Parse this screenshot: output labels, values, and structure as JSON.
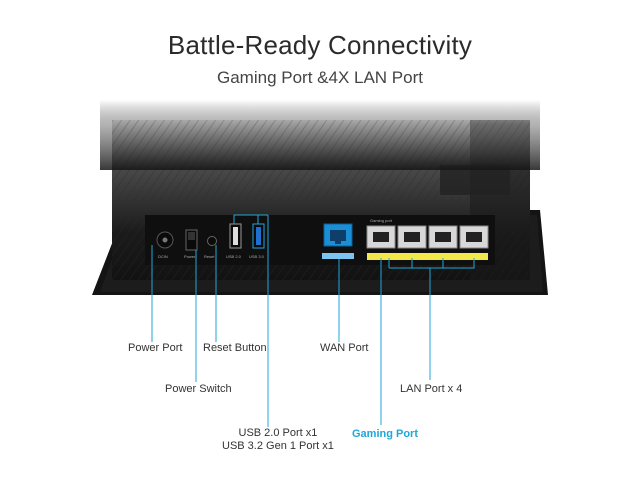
{
  "header": {
    "title": "Battle-Ready Connectivity",
    "subtitle": "Gaming Port &4X LAN Port"
  },
  "callouts": {
    "power_port": "Power Port",
    "power_switch": "Power Switch",
    "reset_button": "Reset Button",
    "usb_line1": "USB 2.0 Port x1",
    "usb_line2": "USB 3.2 Gen 1 Port x1",
    "wan_port": "WAN Port",
    "gaming_port": "Gaming Port",
    "lan_port": "LAN Port x 4"
  },
  "panel_labels": {
    "dcin": "DCIN",
    "power": "Power",
    "reset": "Reset",
    "usb20": "USB 2.0",
    "usb30": "USB 3.0",
    "gaming": "Gaming port"
  },
  "colors": {
    "accent": "#1fa7d8",
    "gaming_yellow": "#f3e84a",
    "router_body": "#151515"
  }
}
